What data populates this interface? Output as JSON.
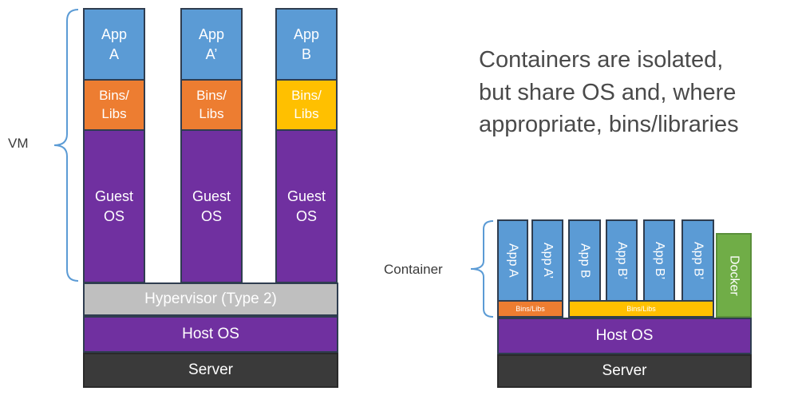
{
  "vm_side": {
    "stacks": [
      {
        "app": "App\nA",
        "bins": "Bins/\nLibs",
        "guest": "Guest\nOS"
      },
      {
        "app": "App\nA’",
        "bins": "Bins/\nLibs",
        "guest": "Guest\nOS"
      },
      {
        "app": "App\nB",
        "bins": "Bins/\nLibs",
        "guest": "Guest\nOS"
      }
    ],
    "hypervisor": "Hypervisor (Type 2)",
    "host_os": "Host OS",
    "server": "Server",
    "brace_label": "VM"
  },
  "headline": "Containers are isolated,\nbut share OS and, where\nappropriate, bins/libraries",
  "container_side": {
    "apps": [
      "App A",
      "App A’",
      "App B",
      "App B’",
      "App B’",
      "App B’"
    ],
    "bins_left": "Bins/Libs",
    "bins_right": "Bins/Libs",
    "docker": "Docker",
    "host_os": "Host OS",
    "server": "Server",
    "brace_label": "Container"
  },
  "colors": {
    "app": "#5b9bd5",
    "bins_orange": "#ed7d31",
    "bins_yellow": "#ffc000",
    "os_purple": "#7030a0",
    "hypervisor_gray": "#bfbfbf",
    "server_dark": "#3a3a3a",
    "docker_green": "#70ad47"
  }
}
